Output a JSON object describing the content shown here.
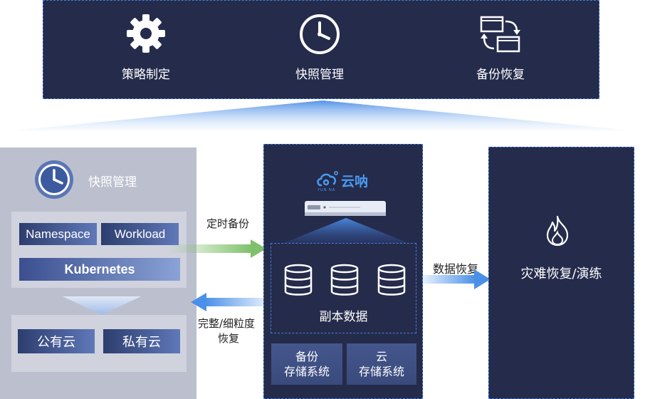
{
  "top_bar": {
    "items": [
      {
        "label": "策略制定",
        "icon": "gear-icon"
      },
      {
        "label": "快照管理",
        "icon": "clock-icon"
      },
      {
        "label": "备份恢复",
        "icon": "folder-sync-icon"
      }
    ]
  },
  "left_panel": {
    "title": "快照管理",
    "namespace": "Namespace",
    "workload": "Workload",
    "kubernetes": "Kubernetes",
    "public_cloud": "公有云",
    "private_cloud": "私有云"
  },
  "arrows": {
    "scheduled_backup": "定时备份",
    "restore_line1": "完整/细粒度",
    "restore_line2": "恢复",
    "data_recovery": "数据恢复"
  },
  "center_panel": {
    "brand": "云呐",
    "brand_sub": "YUN NA",
    "replica_data": "副本数据",
    "backup_storage_line1": "备份",
    "backup_storage_line2": "存储系统",
    "cloud_storage_line1": "云",
    "cloud_storage_line2": "存储系统"
  },
  "right_panel": {
    "title": "灾难恢复/演练"
  },
  "colors": {
    "navy": "#252b4b",
    "accent_blue": "#3f7fe0",
    "left_gray": "#b9bdcb",
    "arrow_green": "#7fc06a"
  }
}
